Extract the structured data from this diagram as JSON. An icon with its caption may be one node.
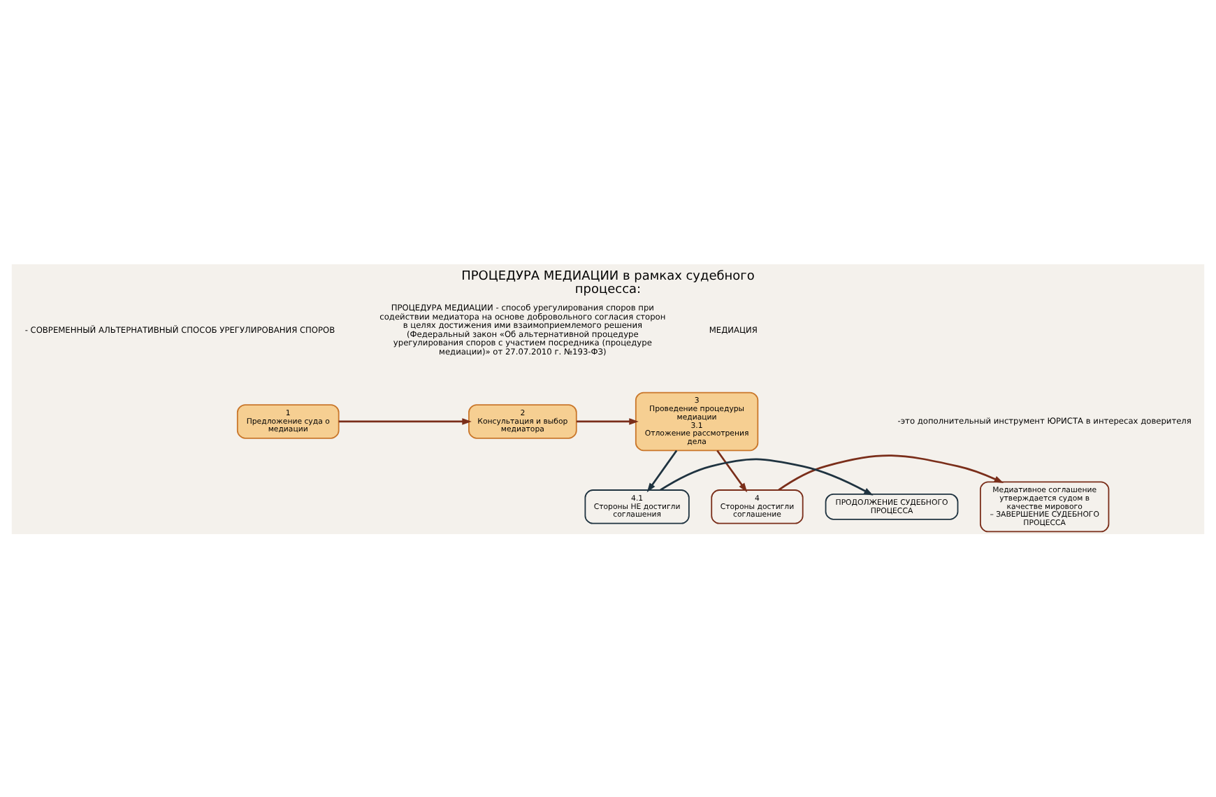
{
  "diagram": {
    "title": "ПРОЦЕДУРА МЕДИАЦИИ в рамках судебного процесса:",
    "nodes": [
      {
        "text": [
          "1",
          "Предложение суда о медиации"
        ]
      },
      {
        "text": [
          "2",
          "Консультация и выбор медиатора"
        ]
      },
      {
        "text": [
          "3",
          "Проведение процедуры медиации",
          "3.1",
          "Отложение рассмотрения дела"
        ]
      },
      {
        "text": [
          "Медиативное соглашение утверждается судом в качестве мирового",
          "– ЗАВЕРШЕНИЕ СУДЕБНОГО ПРОЦЕССА"
        ]
      },
      {
        "text": [
          "4",
          "Стороны достигли соглашение"
        ]
      },
      {
        "text": [
          "4.1",
          "Стороны НЕ достигли соглашения"
        ]
      },
      {
        "text": [
          "ПРОДОЛЖЕНИЕ СУДЕБНОГО ПРОЦЕССА"
        ]
      }
    ],
    "edges": [
      {
        "from": 0,
        "to": 1,
        "arrow": "to"
      },
      {
        "from": 1,
        "to": 2,
        "arrow": "to"
      },
      {
        "from": 2,
        "to": 4,
        "arrow": "to"
      },
      {
        "from": 2,
        "to": 5,
        "arrow": "to",
        "color": "#1f3340"
      },
      {
        "from": 4,
        "to": 3,
        "arrow": "to"
      },
      {
        "from": 5,
        "to": 6,
        "arrow": "to",
        "color": "#1f3340"
      }
    ],
    "labels": [
      "- СОВРЕМЕННЫЙ АЛЬТЕРНАТИВНЫЙ СПОСОБ УРЕГУЛИРОВАНИЯ СПОРОВ",
      "ПРОЦЕДУРА МЕДИАЦИИ - способ урегулирования споров при содействии медиатора на основе добровольного согласия сторон в целях достижения ими взаимоприемлемого решения (Федеральный закон «Об альтернативной процедуре урегулирования споров с участием посредника (процедуре медиации)» от 27.07.2010 г. №193-ФЗ)",
      "МЕДИАЦИЯ",
      "-это дополнительный инструмент ЮРИСТА в интересах доверителя"
    ]
  }
}
